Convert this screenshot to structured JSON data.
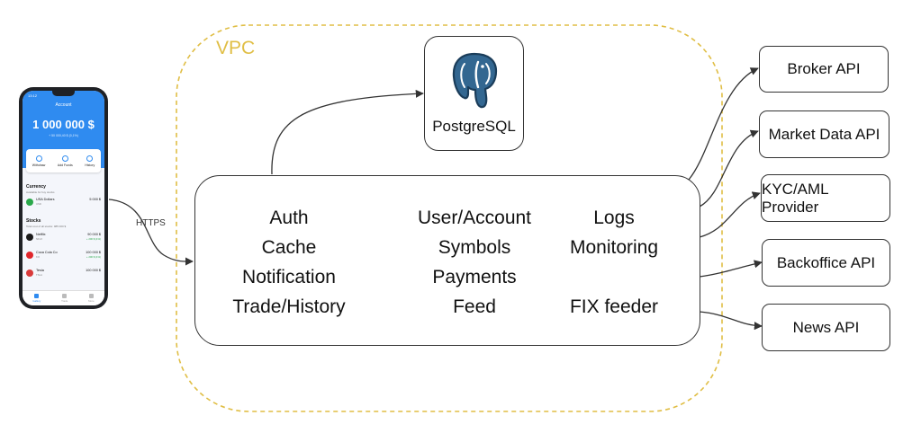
{
  "vpc": {
    "label": "VPC"
  },
  "database": {
    "label": "PostgreSQL",
    "icon": "postgresql-elephant-icon"
  },
  "core": {
    "column1": [
      "Auth",
      "Cache",
      "Notification",
      "Trade/History"
    ],
    "column2": [
      "User/Account",
      "Symbols",
      "Payments",
      "Feed"
    ],
    "column3": [
      "Logs",
      "Monitoring",
      "",
      "FIX feeder"
    ]
  },
  "connection": {
    "https_label": "HTTPS"
  },
  "external_apis": [
    {
      "label": "Broker API"
    },
    {
      "label": "Market Data API"
    },
    {
      "label": "KYC/AML Provider"
    },
    {
      "label": "Backoffice API"
    },
    {
      "label": "News API"
    }
  ],
  "phone": {
    "time": "13:12",
    "screen_title": "Account",
    "balance": "1 000 000 $",
    "balance_change": "+ 50 000,40 $ (0,1%)",
    "actions": [
      "Withdraw",
      "Add Funds",
      "History"
    ],
    "currency_section": {
      "title": "Currency",
      "subtitle": "Available for buy stocks"
    },
    "currency_row": {
      "name": "USA Dollars",
      "symbol": "USD",
      "value": "5 000 $"
    },
    "stocks_section": {
      "title": "Stocks",
      "subtitle": "Total cost of all stocks: 985 000 $"
    },
    "stocks": [
      {
        "name": "Netflix",
        "symbol": "NFLX",
        "value": "90 000 $",
        "change": "+ 200 $ (1%)",
        "color": "#1b1b1b"
      },
      {
        "name": "Coca Cola Co",
        "symbol": "KO",
        "value": "100 000 $",
        "change": "+ 200 $ (1%)",
        "color": "#e0262b"
      },
      {
        "name": "Tesla",
        "symbol": "TSLA",
        "value": "100 000 $",
        "change": "",
        "color": "#d93a3a"
      }
    ],
    "tabs": [
      "Gallery",
      "Trade",
      "More"
    ],
    "accent_color": "#2f8bf0"
  },
  "colors": {
    "vpc_border": "#e0be45",
    "line": "#333333"
  }
}
